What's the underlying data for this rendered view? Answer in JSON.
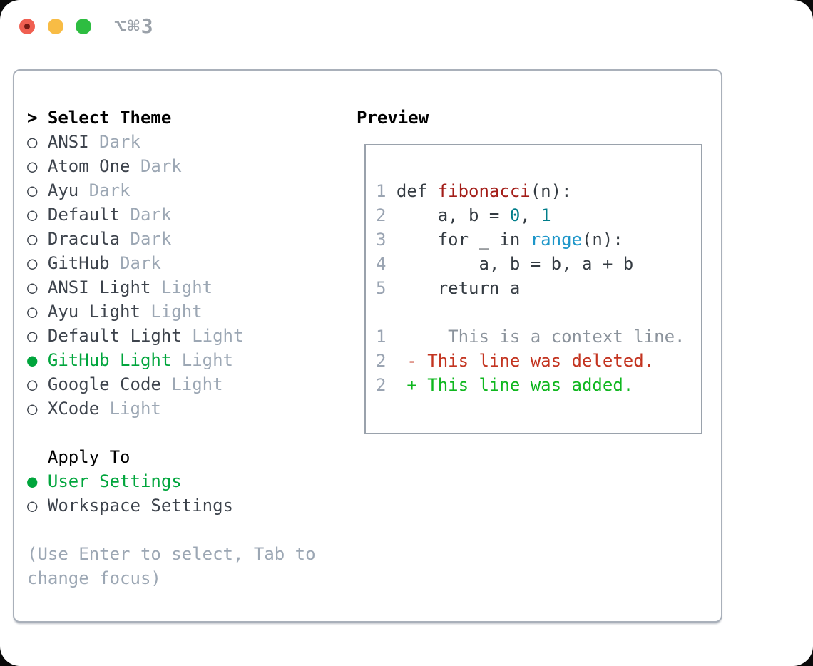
{
  "window": {
    "shortcut": "⌥⌘3"
  },
  "theme_picker": {
    "header_prefix": "> ",
    "header": "Select Theme",
    "items": [
      {
        "name": "ANSI",
        "tag": "Dark",
        "selected": false
      },
      {
        "name": "Atom One",
        "tag": "Dark",
        "selected": false
      },
      {
        "name": "Ayu",
        "tag": "Dark",
        "selected": false
      },
      {
        "name": "Default",
        "tag": "Dark",
        "selected": false
      },
      {
        "name": "Dracula",
        "tag": "Dark",
        "selected": false
      },
      {
        "name": "GitHub",
        "tag": "Dark",
        "selected": false
      },
      {
        "name": "ANSI Light",
        "tag": "Light",
        "selected": false
      },
      {
        "name": "Ayu Light",
        "tag": "Light",
        "selected": false
      },
      {
        "name": "Default Light",
        "tag": "Light",
        "selected": false
      },
      {
        "name": "GitHub Light",
        "tag": "Light",
        "selected": true
      },
      {
        "name": "Google Code",
        "tag": "Light",
        "selected": false
      },
      {
        "name": "XCode",
        "tag": "Light",
        "selected": false
      }
    ],
    "apply_to": {
      "header": "Apply To",
      "options": [
        {
          "name": "User Settings",
          "selected": true
        },
        {
          "name": "Workspace Settings",
          "selected": false
        }
      ]
    },
    "hint_line1": "(Use Enter to select, Tab to",
    "hint_line2": "change focus)",
    "bullet_unselected": "○",
    "bullet_selected": "●"
  },
  "preview": {
    "header": "Preview",
    "lines": [
      {
        "num": "1",
        "tokens": [
          {
            "t": "def ",
            "c": "code_fg"
          },
          {
            "t": "fibonacci",
            "c": "func_red"
          },
          {
            "t": "(n):",
            "c": "code_fg"
          }
        ]
      },
      {
        "num": "2",
        "tokens": [
          {
            "t": "    a, b = ",
            "c": "code_fg"
          },
          {
            "t": "0",
            "c": "number_teal"
          },
          {
            "t": ", ",
            "c": "code_fg"
          },
          {
            "t": "1",
            "c": "number_teal"
          }
        ]
      },
      {
        "num": "3",
        "tokens": [
          {
            "t": "    for _ in ",
            "c": "code_fg"
          },
          {
            "t": "range",
            "c": "builtin_blue"
          },
          {
            "t": "(n):",
            "c": "code_fg"
          }
        ]
      },
      {
        "num": "4",
        "tokens": [
          {
            "t": "        a, b = b, a + b",
            "c": "code_fg"
          }
        ]
      },
      {
        "num": "5",
        "tokens": [
          {
            "t": "    return a",
            "c": "code_fg"
          }
        ]
      },
      {
        "blank": true
      },
      {
        "num": "1",
        "tokens": [
          {
            "t": "     This is a context line.",
            "c": "diff_context"
          }
        ]
      },
      {
        "num": "2",
        "tokens": [
          {
            "t": " - This line was deleted.",
            "c": "diff_deleted"
          }
        ]
      },
      {
        "num": "2",
        "tokens": [
          {
            "t": " + This line was added.",
            "c": "diff_added"
          }
        ]
      }
    ]
  },
  "colors": {
    "text_black": "#000000",
    "text_dark": "#3d434c",
    "muted": "#9ca7b4",
    "selected_green": "#00a53c",
    "border_panel": "#a9b0ba",
    "border_preview": "#9aa2ac",
    "line_number": "#9aa4b2",
    "code_fg": "#343b42",
    "func_red": "#a31d18",
    "number_teal": "#007d8a",
    "builtin_blue": "#1d96c9",
    "diff_context": "#8b939c",
    "diff_deleted": "#c33420",
    "diff_added": "#0fb71f",
    "traffic_red": "#f05f51",
    "traffic_yellow": "#f8bc45",
    "traffic_green": "#2ebd41",
    "title_gray": "#9aa1a9"
  }
}
